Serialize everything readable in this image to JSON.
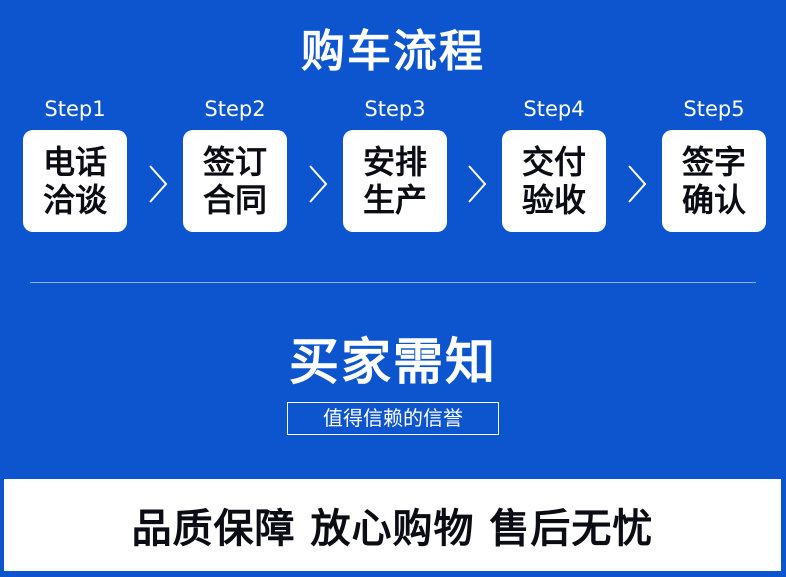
{
  "header": {
    "title": "购车流程"
  },
  "steps": [
    {
      "label": "Step1",
      "text": "电话洽谈"
    },
    {
      "label": "Step2",
      "text": "签订合同"
    },
    {
      "label": "Step3",
      "text": "安排生产"
    },
    {
      "label": "Step4",
      "text": "交付验收"
    },
    {
      "label": "Step5",
      "text": "签字确认"
    }
  ],
  "notice": {
    "title": "买家需知",
    "subtitle": "值得信赖的信誉"
  },
  "banner": {
    "text": "品质保障 放心购物 售后无忧"
  },
  "colors": {
    "background": "#0d55cf",
    "card": "#ffffff",
    "text_dark": "#0c0c14"
  },
  "icons": {
    "arrow": "chevron-right-icon"
  }
}
